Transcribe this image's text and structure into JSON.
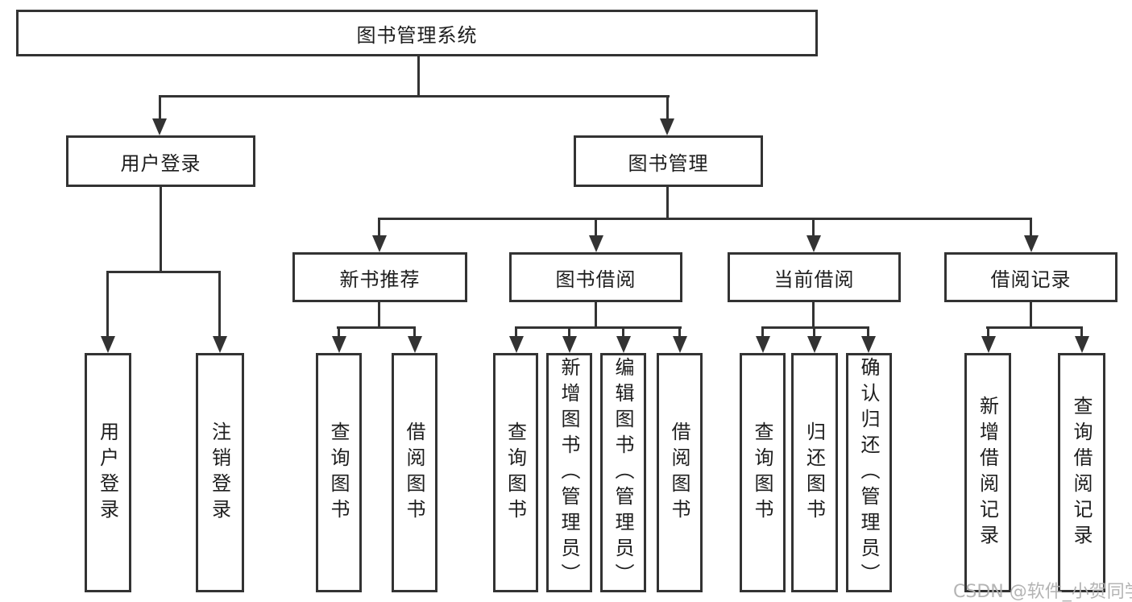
{
  "diagram": {
    "root": {
      "label": "图书管理系统"
    },
    "branches": [
      {
        "label": "用户登录",
        "children": [
          {
            "label": "用户登录"
          },
          {
            "label": "注销登录"
          }
        ]
      },
      {
        "label": "图书管理",
        "children": [
          {
            "label": "新书推荐",
            "children": [
              {
                "label": "查询图书"
              },
              {
                "label": "借阅图书"
              }
            ]
          },
          {
            "label": "图书借阅",
            "children": [
              {
                "label": "查询图书"
              },
              {
                "label": "新增图书（管理员）"
              },
              {
                "label": "编辑图书（管理员）"
              },
              {
                "label": "借阅图书"
              }
            ]
          },
          {
            "label": "当前借阅",
            "children": [
              {
                "label": "查询图书"
              },
              {
                "label": "归还图书"
              },
              {
                "label": "确认归还（管理员）"
              }
            ]
          },
          {
            "label": "借阅记录",
            "children": [
              {
                "label": "新增借阅记录"
              },
              {
                "label": "查询借阅记录"
              }
            ]
          }
        ]
      }
    ]
  },
  "colors": {
    "line": "#333333",
    "text": "#1d1d1d",
    "background": "#ffffff",
    "watermark": "#b0b0b0"
  },
  "watermark": {
    "text": "CSDN @软件_小贺同学"
  }
}
